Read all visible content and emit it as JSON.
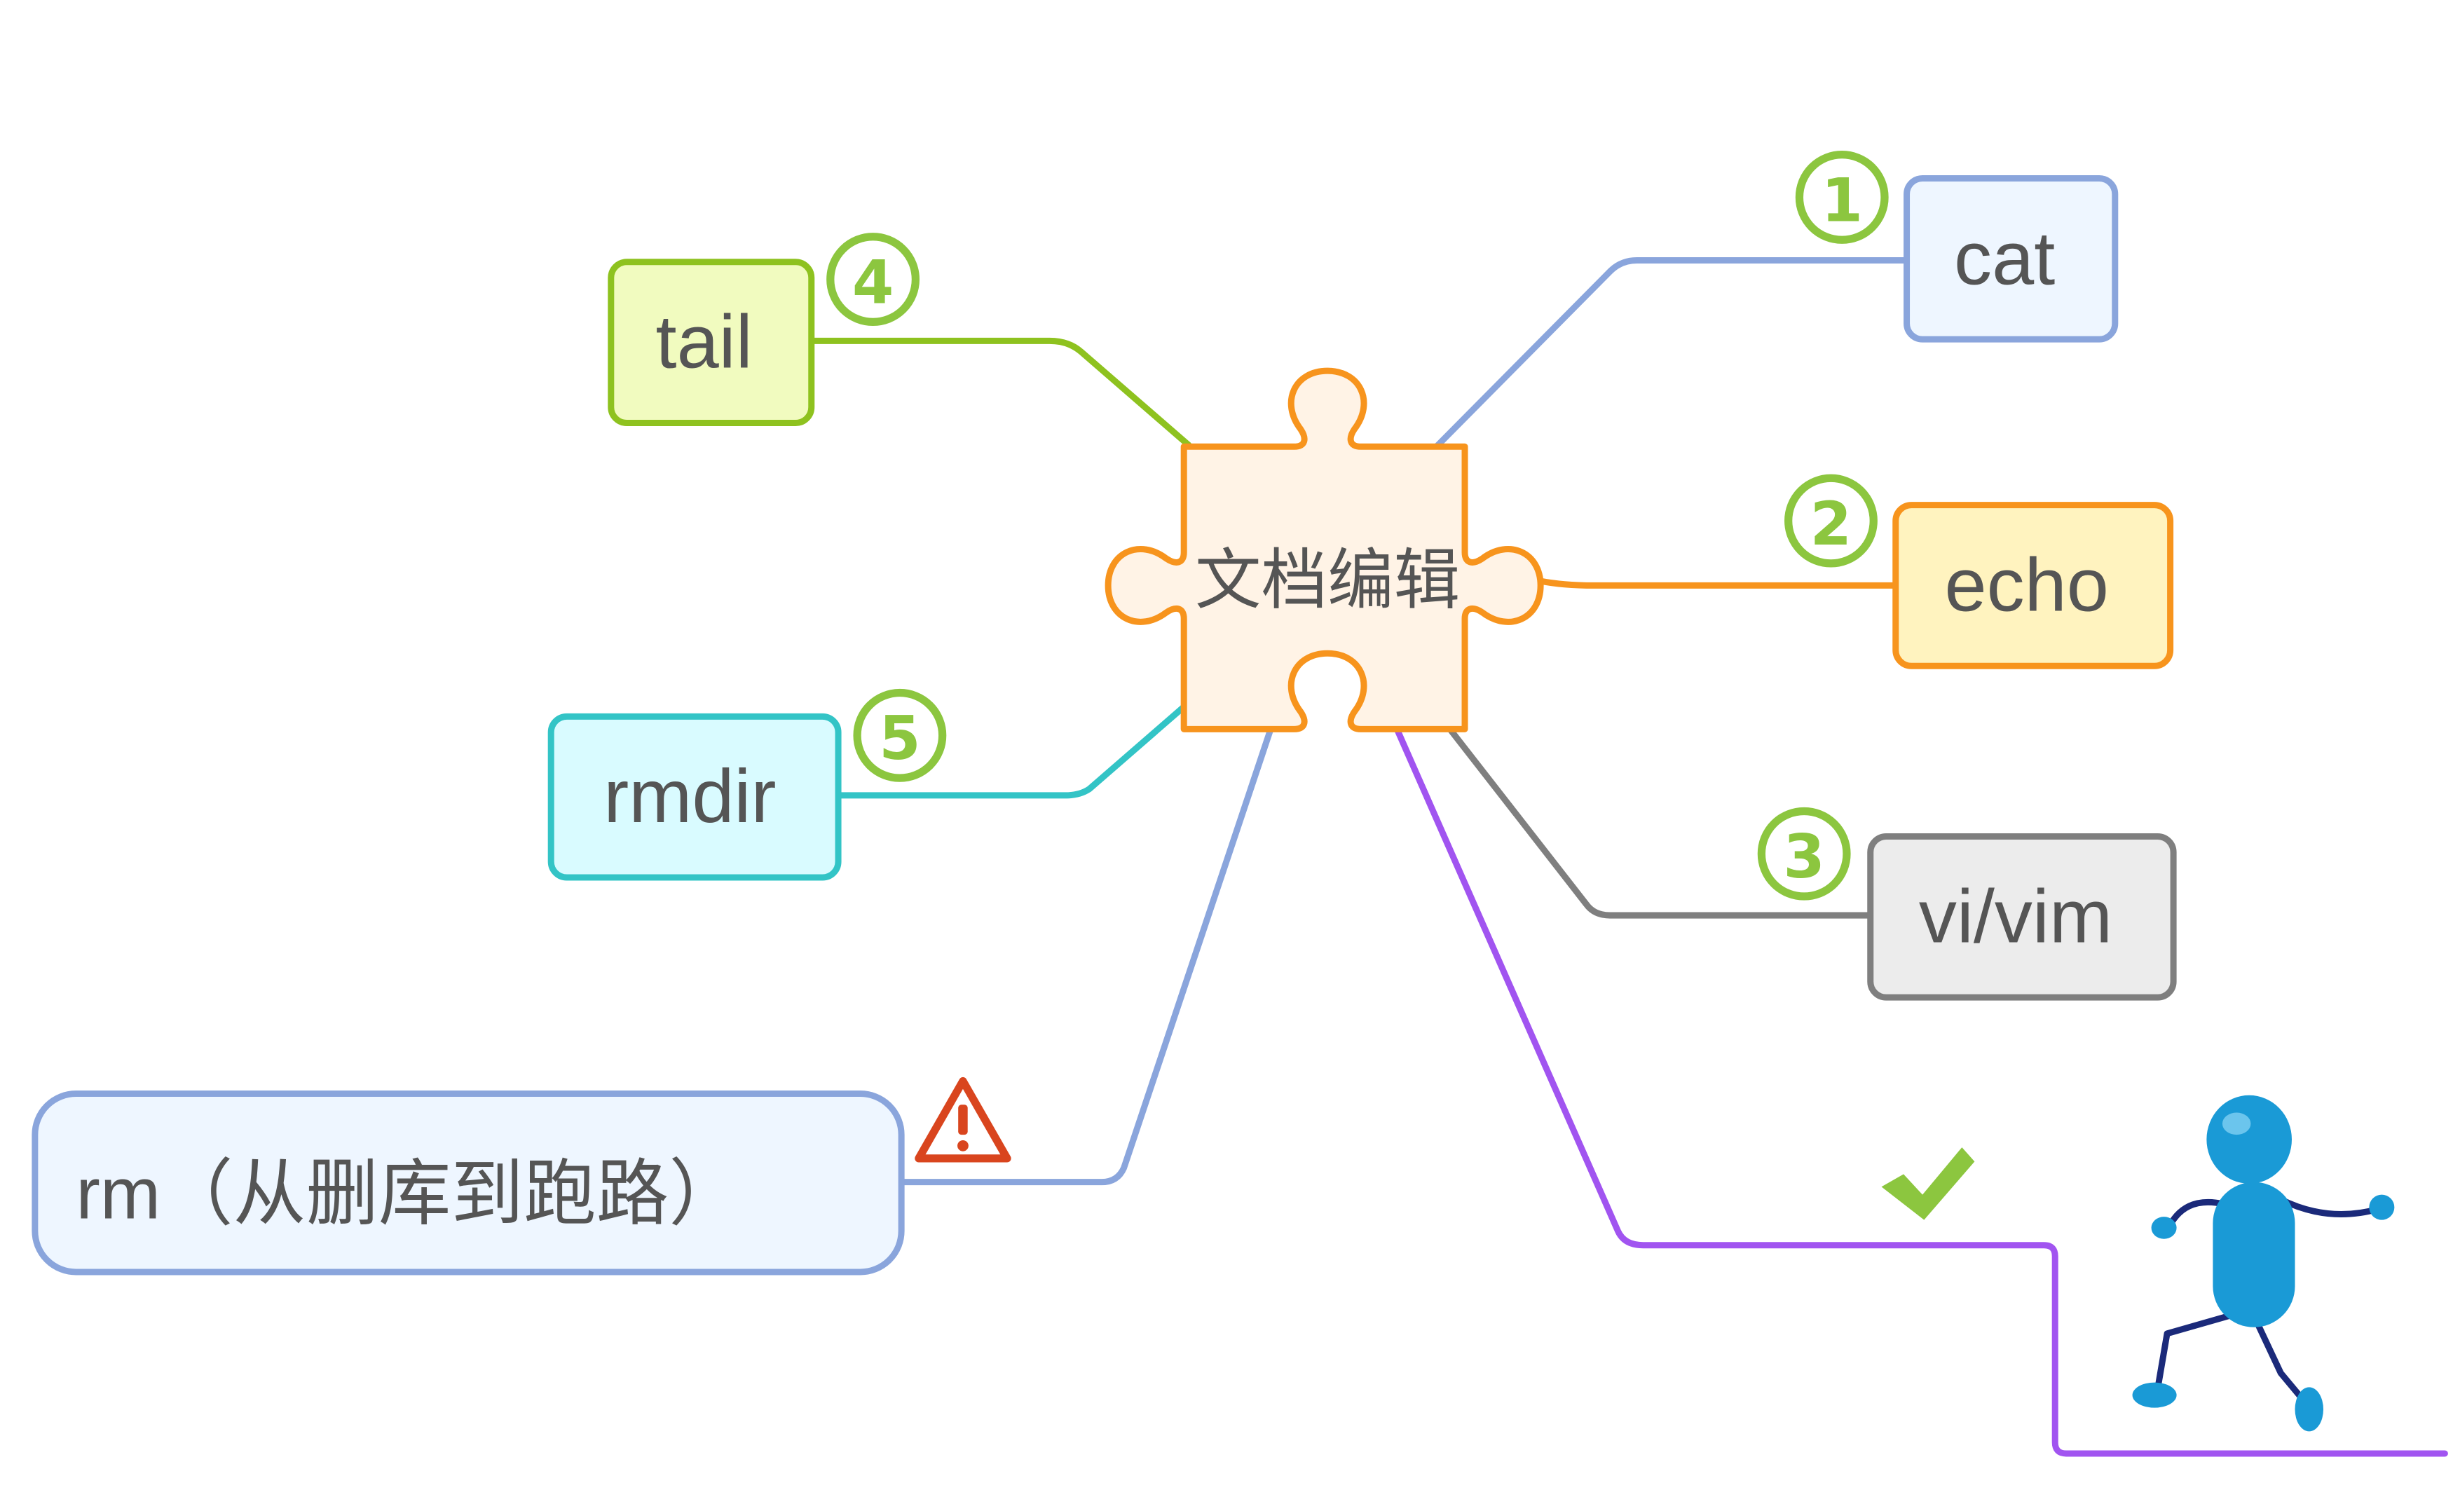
{
  "center": {
    "label": "文档编辑"
  },
  "nodes": [
    {
      "key": "cat",
      "label": "cat",
      "badge": "1",
      "fill": "#eef6ff",
      "stroke": "#8aa5dc"
    },
    {
      "key": "echo",
      "label": "echo",
      "badge": "2",
      "fill": "#fff3bf",
      "stroke": "#f7941d"
    },
    {
      "key": "vim",
      "label": "vi/vim",
      "badge": "3",
      "fill": "#ececec",
      "stroke": "#7f7f7f"
    },
    {
      "key": "tail",
      "label": "tail",
      "badge": "4",
      "fill": "#f1fbbf",
      "stroke": "#8ec21f"
    },
    {
      "key": "rmdir",
      "label": "rmdir",
      "badge": "5",
      "fill": "#d9fbff",
      "stroke": "#33c4c6"
    },
    {
      "key": "rm",
      "label": "rm（从删库到跑路）",
      "fill": "#eef6ff",
      "stroke": "#8aa5dc"
    }
  ],
  "colors": {
    "puzzle_fill": "#fff3e6",
    "puzzle_stroke": "#f7941d",
    "badge": "#8cc63f",
    "warning": "#d9451e",
    "check": "#8cc63f",
    "runner_branch": "#a154f0",
    "runner_body": "#1a9ad6",
    "runner_limbs": "#1b2a7a"
  },
  "icons": {
    "warning": "warning-triangle-icon",
    "check": "checkmark-icon",
    "runner": "running-person-icon"
  }
}
